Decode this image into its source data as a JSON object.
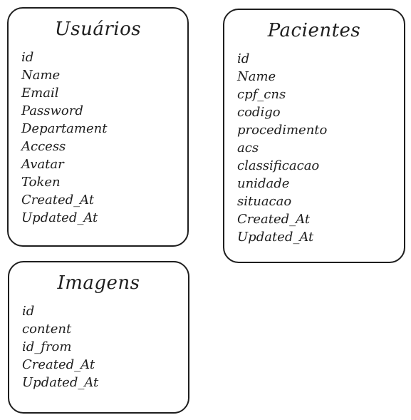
{
  "entities": [
    {
      "title": "Usuários",
      "fields": [
        "id",
        "Name",
        "Email",
        "Password",
        "Departament",
        "Access",
        "Avatar",
        "Token",
        "Created_At",
        "Updated_At"
      ]
    },
    {
      "title": "Pacientes",
      "fields": [
        "id",
        "Name",
        "cpf_cns",
        "codigo",
        "procedimento",
        "acs",
        "classificacao",
        "unidade",
        "situacao",
        "Created_At",
        "Updated_At"
      ]
    },
    {
      "title": "Imagens",
      "fields": [
        "id",
        "content",
        "id_from",
        "Created_At",
        "Updated_At"
      ]
    }
  ],
  "colors": {
    "stroke": "#1e1e1e",
    "background": "#ffffff"
  }
}
